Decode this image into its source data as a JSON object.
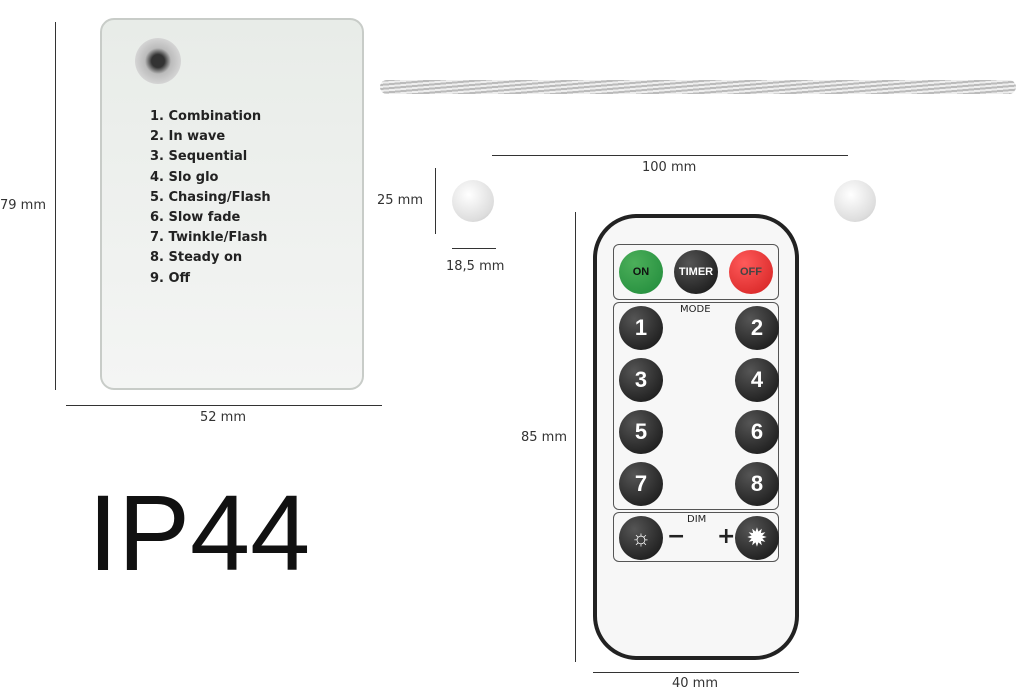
{
  "battery_box": {
    "modes": [
      "1. Combination",
      "2. In wave",
      "3. Sequential",
      "4. Slo glo",
      "5. Chasing/Flash",
      "6. Slow fade",
      "7. Twinkle/Flash",
      "8. Steady on",
      "9. Off"
    ],
    "height": "79 mm",
    "width": "52 mm"
  },
  "string": {
    "spacing": "100 mm",
    "bulb_height": "25 mm",
    "bulb_width": "18,5 mm"
  },
  "rating": "IP44",
  "remote": {
    "on": "ON",
    "timer": "TIMER",
    "off": "OFF",
    "mode_label": "MODE",
    "modes": [
      "1",
      "2",
      "3",
      "4",
      "5",
      "6",
      "7",
      "8"
    ],
    "dim_label": "DIM",
    "minus": "−",
    "plus": "+",
    "height": "85 mm",
    "width": "40 mm",
    "colors": {
      "on": "#1f8a3a",
      "off": "#d21f1f"
    }
  }
}
